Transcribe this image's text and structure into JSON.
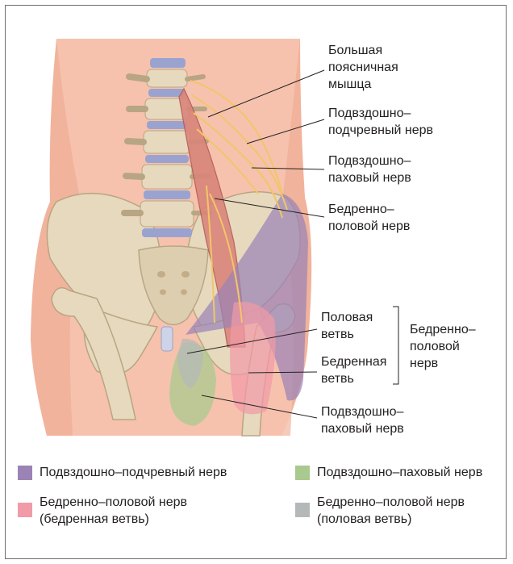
{
  "labels": {
    "psoas": "Большая\nпоясничная\nмышца",
    "iliohypogastric": "Подвздошно–\nподчревный нерв",
    "ilioinguinal": "Подвздошно–\nпаховый нерв",
    "genitofemoral": "Бедренно–\nполовой нерв",
    "genital_branch": "Половая\nветвь",
    "femoral_branch": "Бедренная\nветвь",
    "genitofemoral_group": "Бедренно–\nполовой\nнерв",
    "ilioinguinal_lower": "Подвздошно–\nпаховый нерв"
  },
  "legend": [
    {
      "label": "Подвздошно–подчревный нерв",
      "color": "#9b84b5"
    },
    {
      "label": "Подвздошно–паховый нерв",
      "color": "#a9c98f"
    },
    {
      "label": "Бедренно–половой нерв\n(бедренная ветвь)",
      "color": "#f19aa8"
    },
    {
      "label": "Бедренно–половой нерв\n(половая ветвь)",
      "color": "#b5b8b9"
    }
  ]
}
